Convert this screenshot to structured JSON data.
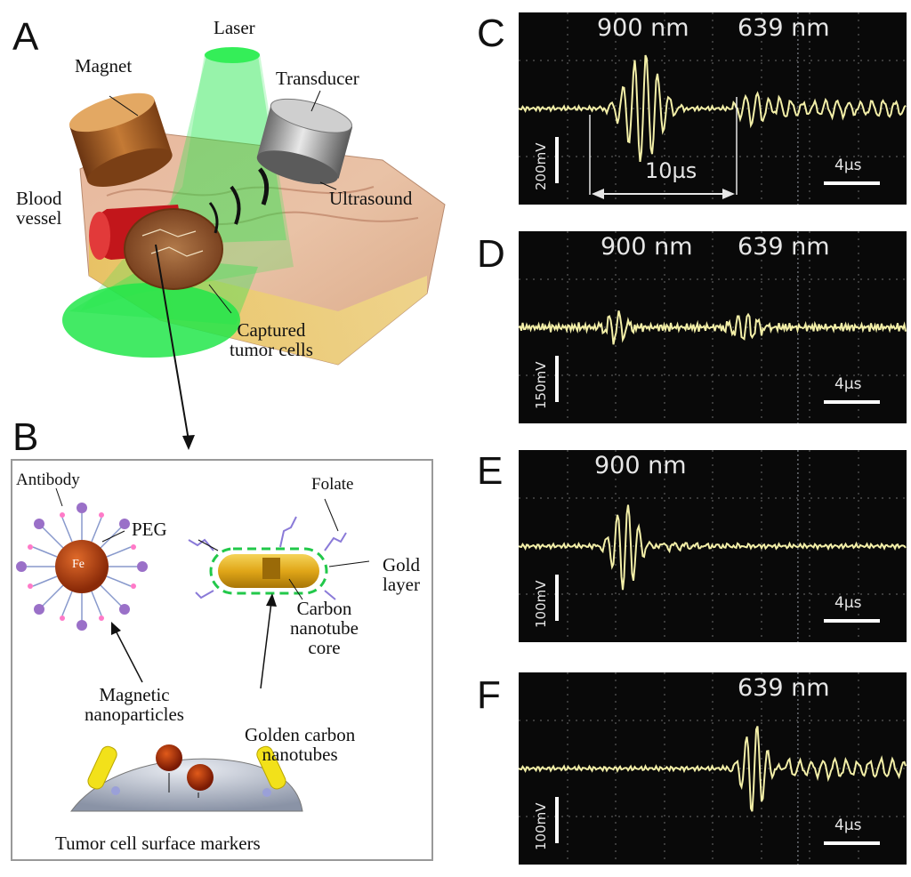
{
  "panel_letters": {
    "a": "A",
    "b": "B",
    "c": "C",
    "d": "D",
    "e": "E",
    "f": "F"
  },
  "panel_a": {
    "laser": "Laser",
    "magnet": "Magnet",
    "transducer": "Transducer",
    "blood_vessel": [
      "Blood",
      "vessel"
    ],
    "ultrasound": "Ultrasound",
    "captured": [
      "Captured",
      "tumor cells"
    ]
  },
  "panel_b": {
    "antibody": "Antibody",
    "peg": "PEG",
    "fe": "Fe",
    "folate": "Folate",
    "gold_layer": [
      "Gold",
      "layer"
    ],
    "carbon_core": [
      "Carbon",
      "nanotube",
      "core"
    ],
    "magnetic": [
      "Magnetic",
      "nanoparticles"
    ],
    "golden": [
      "Golden carbon",
      "nanotubes"
    ],
    "markers": "Tumor cell surface markers"
  },
  "scopes": [
    {
      "id": "c",
      "wl1": "900 nm",
      "wl2": "639 nm",
      "vscale": "200mV",
      "tscale": "4µs",
      "interval": "10µs"
    },
    {
      "id": "d",
      "wl1": "900 nm",
      "wl2": "639 nm",
      "vscale": "150mV",
      "tscale": "4µs"
    },
    {
      "id": "e",
      "wl1": "900 nm",
      "vscale": "100mV",
      "tscale": "4µs"
    },
    {
      "id": "f",
      "wl2": "639 nm",
      "vscale": "100mV",
      "tscale": "4µs"
    }
  ],
  "colors": {
    "trace": "#f3efa8",
    "scope_bg": "#090909",
    "laser": "#22e64a",
    "magnet": "#a8622a",
    "gold": "#e0b020",
    "fe": "#b83a10"
  }
}
